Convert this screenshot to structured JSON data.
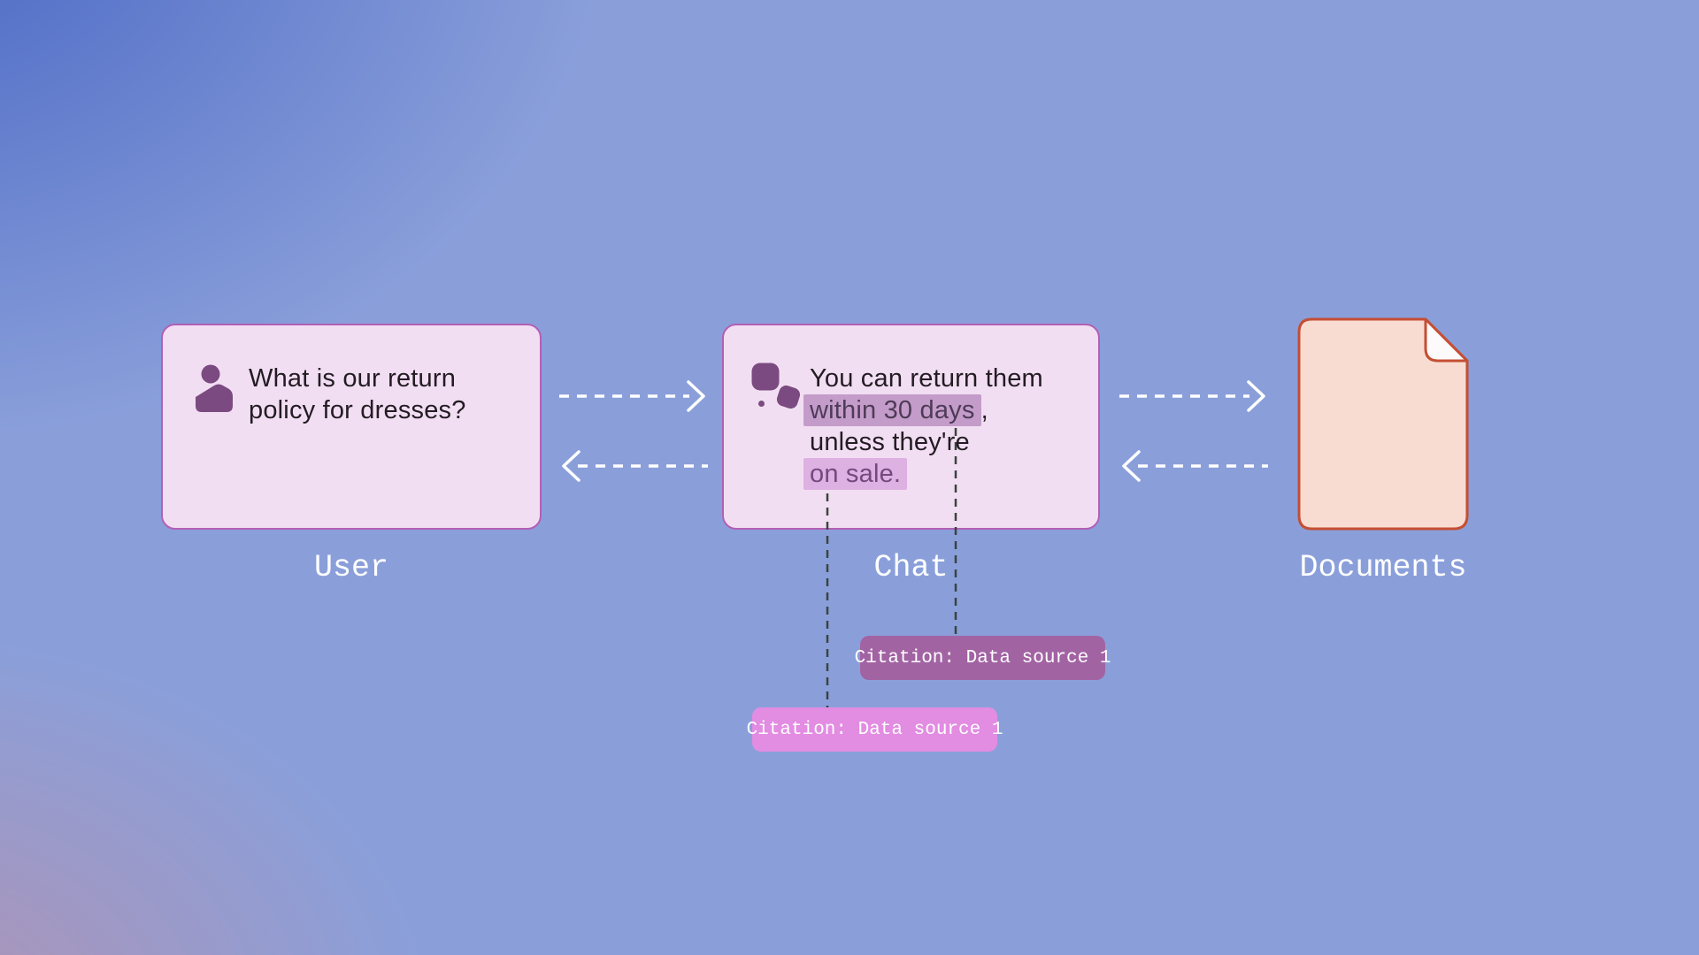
{
  "nodes": {
    "user": {
      "label": "User",
      "line1": "What is our return",
      "line2": "policy for dresses?"
    },
    "chat": {
      "label": "Chat",
      "line1": "You can return them",
      "highlight_strong": "within 30 days",
      "after_strong": ",",
      "line3": "unless they're",
      "highlight_soft": "on sale."
    },
    "documents": {
      "label": "Documents"
    }
  },
  "citations": {
    "strong": {
      "label": "Citation: Data source 1"
    },
    "soft": {
      "label": "Citation: Data source 1"
    }
  },
  "icons": {
    "user": "user-icon",
    "chat": "chat-bubbles-icon",
    "documents": "document-icon"
  },
  "colors": {
    "node_fill": "#f2def2",
    "node_border": "#b25fb5",
    "icon_plum": "#7b4a80",
    "text_dark": "#231c23",
    "label_text": "#ffffff",
    "highlight_strong_bg": "#c49cca",
    "highlight_strong_text": "#4e3b57",
    "highlight_soft_bg": "#ddb1e1",
    "highlight_soft_text": "#75487e",
    "citation_strong_bg": "#a263a3",
    "citation_soft_bg": "#e28ce2",
    "citation_text": "#ffffff",
    "document_fill": "#f8dcd2",
    "document_stroke": "#c54e33",
    "document_fold": "#fcfafa",
    "arrow": "#ffffff",
    "cite_line": "#39443e",
    "background_main": "#8a9fda",
    "background_top_left": "#5470cb",
    "background_bottom_left": "#a398c1"
  }
}
